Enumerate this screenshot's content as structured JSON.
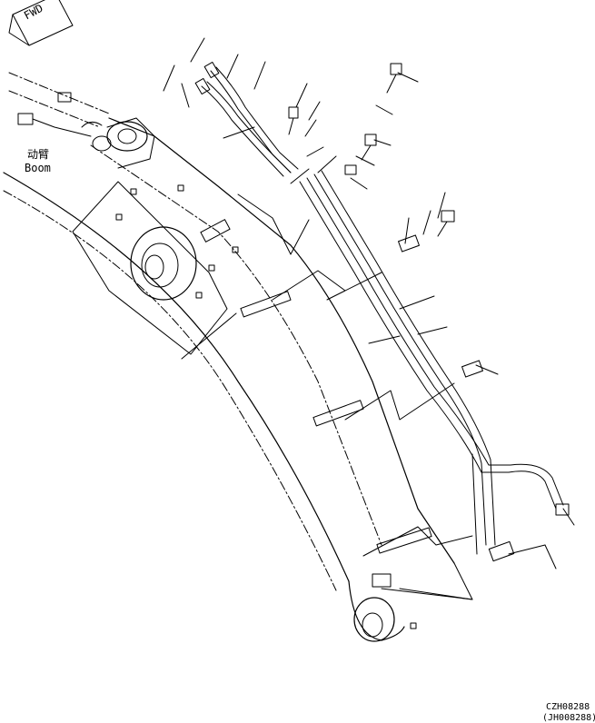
{
  "labels": {
    "fwd": "FWD",
    "boom_zh": "动臂",
    "boom_en": "Boom",
    "code_main": "CZH08288",
    "code_alt": "(JH008288)"
  },
  "colors": {
    "line": "#000000",
    "background": "#ffffff"
  },
  "icons": {
    "direction_arrow": "fwd-arrow-icon"
  }
}
